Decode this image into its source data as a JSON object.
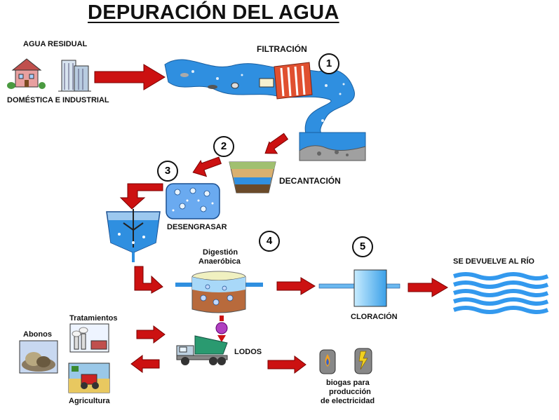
{
  "title": "DEPURACIÓN DEL AGUA",
  "labels": {
    "agua_residual": "AGUA RESIDUAL",
    "domestica_industrial": "DOMÉSTICA E INDUSTRIAL",
    "filtracion": "FILTRACIÓN",
    "decantacion": "DECANTACIÓN",
    "desengrasar": "DESENGRASAR",
    "digestion_1": "Digestión",
    "digestion_2": "Anaeróbica",
    "se_devuelve": "SE DEVUELVE AL RÍO",
    "cloracion": "CLORACIÓN",
    "tratamientos": "Tratamientos",
    "abonos": "Abonos",
    "agricultura": "Agricultura",
    "lodos": "LODOS",
    "biogas_1": "biogas para",
    "biogas_2": "producción",
    "biogas_3": "de electricidad"
  },
  "steps": [
    "1",
    "2",
    "3",
    "4",
    "5"
  ],
  "colors": {
    "arrow": "#cc1111",
    "water": "#2f8fe0",
    "river": "#3399ee",
    "filter": "#e05030"
  }
}
